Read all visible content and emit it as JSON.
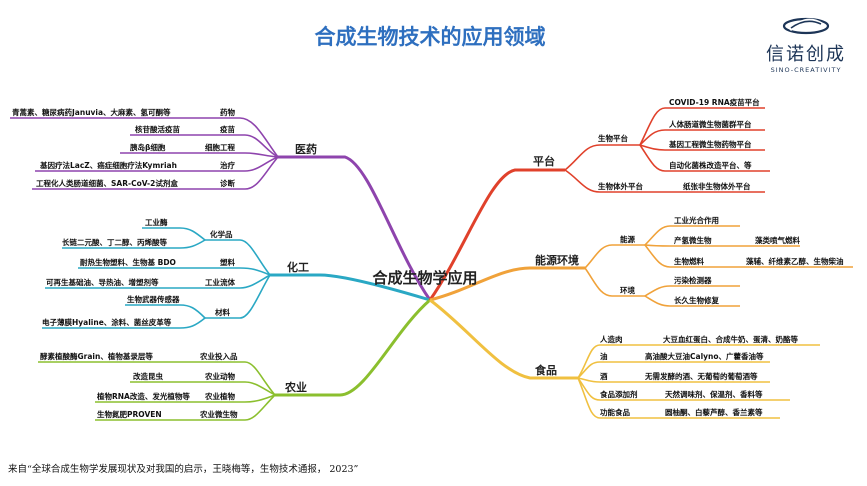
{
  "title": "合成生物技术的应用领域",
  "logo": {
    "name": "信诺创成",
    "sub": "SINO-CREATIVITY",
    "icon": "sino-logo-icon"
  },
  "center": "合成生物学应用",
  "footnote": "来自“全球合成生物学发展现状及对我国的启示，王晓梅等，生物技术通报， 2023”",
  "colors": {
    "pharma": "#8e44ad",
    "chem": "#2aa8c4",
    "agri": "#8bbf2e",
    "platform": "#e0412b",
    "energy": "#f0a23a",
    "food": "#f0c040",
    "title": "#2e6fbf"
  },
  "branches": {
    "pharma": {
      "label": "医药",
      "items": [
        {
          "sub": "药物",
          "leaf": "青蒿素、糖尿病药Januvia、大麻素、氢可酮等"
        },
        {
          "sub": "疫苗",
          "leaf": "核苷酸活疫苗"
        },
        {
          "sub": "细胞工程",
          "leaf": "胰岛β细胞"
        },
        {
          "sub": "治疗",
          "leaf": "基因疗法LacZ、癌症细胞疗法Kymriah"
        },
        {
          "sub": "诊断",
          "leaf": "工程化人类肠道细菌、SAR-CoV-2试剂盒"
        }
      ]
    },
    "chem": {
      "label": "化工",
      "items": [
        {
          "sub": "化学品",
          "leaves": [
            "工业酶",
            "长链二元酸、丁二醇、丙烯酸等"
          ]
        },
        {
          "sub": "塑料",
          "leaves": [
            "耐热生物塑料、生物基 BDO"
          ]
        },
        {
          "sub": "工业流体",
          "leaves": [
            "可再生基础油、导热油、增塑剂等"
          ]
        },
        {
          "sub": "材料",
          "leaves": [
            "生物武器传感器",
            "电子薄膜Hyaline、涂料、菌丝皮革等"
          ]
        }
      ]
    },
    "agri": {
      "label": "农业",
      "items": [
        {
          "sub": "农业投入品",
          "leaf": "酵素植酸酶Grain、植物基录层等"
        },
        {
          "sub": "农业动物",
          "leaf": "改造昆虫"
        },
        {
          "sub": "农业植物",
          "leaf": "植物RNA改造、发光植物等"
        },
        {
          "sub": "农业微生物",
          "leaf": "生物氮肥PROVEN"
        }
      ]
    },
    "platform": {
      "label": "平台",
      "items": [
        {
          "sub": "生物平台",
          "leaves": [
            "COVID-19 RNA疫苗平台",
            "人体肠道微生物菌群平台",
            "基因工程微生物药物平台",
            "自动化菌株改造平台、等"
          ]
        },
        {
          "sub": "生物体外平台",
          "leaves": [
            "纸张非生物体外平台"
          ]
        }
      ]
    },
    "energy": {
      "label": "能源环境",
      "items": [
        {
          "sub": "能源",
          "leaves": [
            {
              "a": "工业光合作用",
              "b": ""
            },
            {
              "a": "产氢微生物",
              "b": "藻类喷气燃料"
            },
            {
              "a": "生物燃料",
              "b": "藻辅、纤维素乙醇、生物柴油"
            }
          ]
        },
        {
          "sub": "环境",
          "leaves": [
            {
              "a": "污染检测器",
              "b": ""
            },
            {
              "a": "长久生物修复",
              "b": ""
            }
          ]
        }
      ]
    },
    "food": {
      "label": "食品",
      "items": [
        {
          "sub": "人造肉",
          "leaf": "大豆血红蛋白、合成牛奶、蛋清、奶酪等"
        },
        {
          "sub": "油",
          "leaf": "高油酸大豆油Calyno、广藿香油等"
        },
        {
          "sub": "酒",
          "leaf": "无需发酵的酒、无葡萄的葡萄酒等"
        },
        {
          "sub": "食品添加剂",
          "leaf": "天然调味剂、保温剂、香料等"
        },
        {
          "sub": "功能食品",
          "leaf": "圆柚酮、白藜芦醇、香兰素等"
        }
      ]
    }
  }
}
